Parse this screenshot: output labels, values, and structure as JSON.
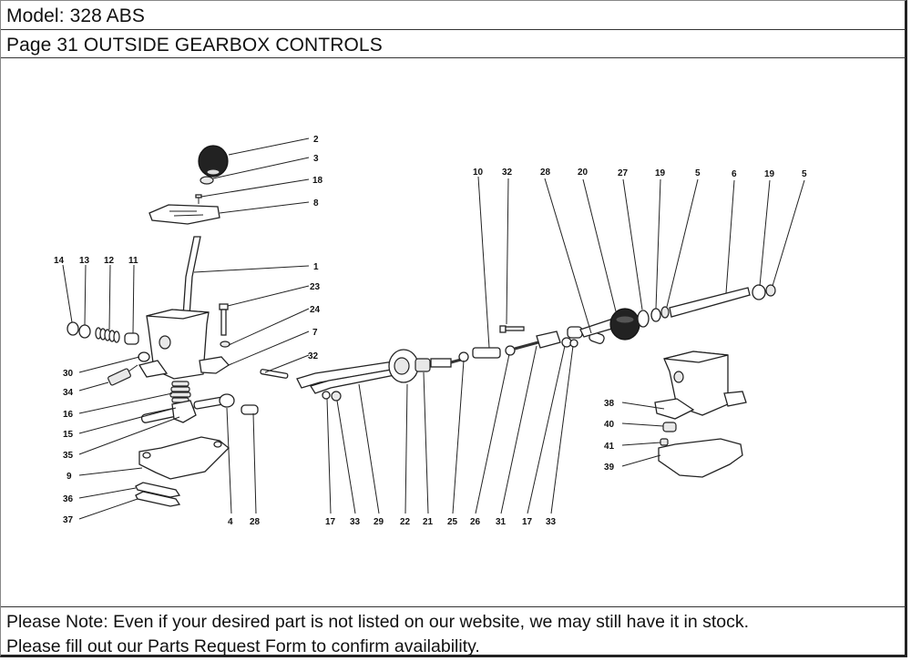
{
  "header": {
    "model_line": "Model: 328 ABS",
    "page_line": "Page 31  OUTSIDE GEARBOX CONTROLS"
  },
  "diagram": {
    "title": "Outside gearbox controls exploded parts diagram",
    "callouts": {
      "knob": "2",
      "knob_nut": "3",
      "plate_screw": "18",
      "gate_plate": "8",
      "gear_lever": "1",
      "bolt_upper": "23",
      "washer_upper": "24",
      "housing_flange": "7",
      "bolt_mid": "32",
      "seal_14": "14",
      "ring_13": "13",
      "spring_12": "12",
      "plunger_11": "11",
      "washer_30": "30",
      "switch_34": "34",
      "boot_16": "16",
      "joint_15": "15",
      "pin_35": "35",
      "lower_bracket_9": "9",
      "shim_36": "36",
      "shim_37": "37",
      "joint_4": "4",
      "bush_28_left": "28",
      "rod_10": "10",
      "bolt_32_top": "32",
      "bush_28_right": "28",
      "boot_20": "20",
      "ring_27": "27",
      "ring_19_a": "19",
      "clip_5_a": "5",
      "shaft_6": "6",
      "ring_19_b": "19",
      "clip_5_b": "5",
      "washer_17_left": "17",
      "nut_33_left": "33",
      "rod_29": "29",
      "cup_22": "22",
      "spring_21": "21",
      "nut_25": "25",
      "nut_26": "26",
      "stud_31": "31",
      "washer_17_right": "17",
      "nut_33_right": "33",
      "upper_housing_38": "38",
      "bush_40": "40",
      "bush_41": "41",
      "lower_housing_39": "39"
    }
  },
  "footer": {
    "note_line1": "Please Note: Even if your desired part is not listed on our website, we may still have it in stock.",
    "note_line2": "Please fill out our Parts Request Form to confirm availability."
  }
}
